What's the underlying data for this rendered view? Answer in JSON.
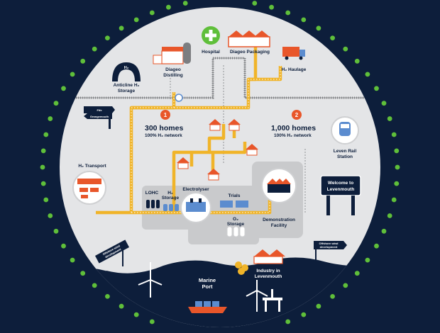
{
  "colors": {
    "background": "#0d1e3b",
    "circle": "#e4e5e7",
    "pipeline": "#f0b429",
    "accent": "#e8562a",
    "dots": "#5fbf3a",
    "sea": "#0d1e3b"
  },
  "labels": {
    "hospital": "Hospital",
    "diageo_packaging": "Diageo Packaging",
    "diageo_distilling_1": "Diageo",
    "diageo_distilling_2": "Distilling",
    "anticline_1": "Anticline H₂",
    "anticline_2": "Storage",
    "tank_h2": "H₂",
    "h2_haulage": "H₂ Haulage",
    "sign_grangemouth": "Grangemouth",
    "sign_fife": "Fife",
    "homes_300_badge": "1",
    "homes_300_title": "300 homes",
    "homes_300_sub": "100% H₂ network",
    "homes_1000_badge": "2",
    "homes_1000_title": "1,000 homes",
    "homes_1000_sub": "100% H₂ network",
    "leven_rail_1": "Leven Rail",
    "leven_rail_2": "Station",
    "h2_transport": "H₂ Transport",
    "welcome_1": "Welcome to",
    "welcome_2": "Levenmouth",
    "lohc": "LOHC",
    "h2_storage_1": "H₂",
    "h2_storage_2": "Storage",
    "electrolyser": "Electrolyser",
    "trials": "Trials",
    "o2_storage_1": "O₂",
    "o2_storage_2": "Storage",
    "demo_1": "Demonstration",
    "demo_2": "Facility",
    "offshore_left_1": "Offshore wind",
    "offshore_left_2": "development",
    "offshore_right_1": "Offshore wind",
    "offshore_right_2": "development",
    "industry_1": "Industry in",
    "industry_2": "Levenmouth",
    "marine_1": "Marine",
    "marine_2": "Port"
  }
}
